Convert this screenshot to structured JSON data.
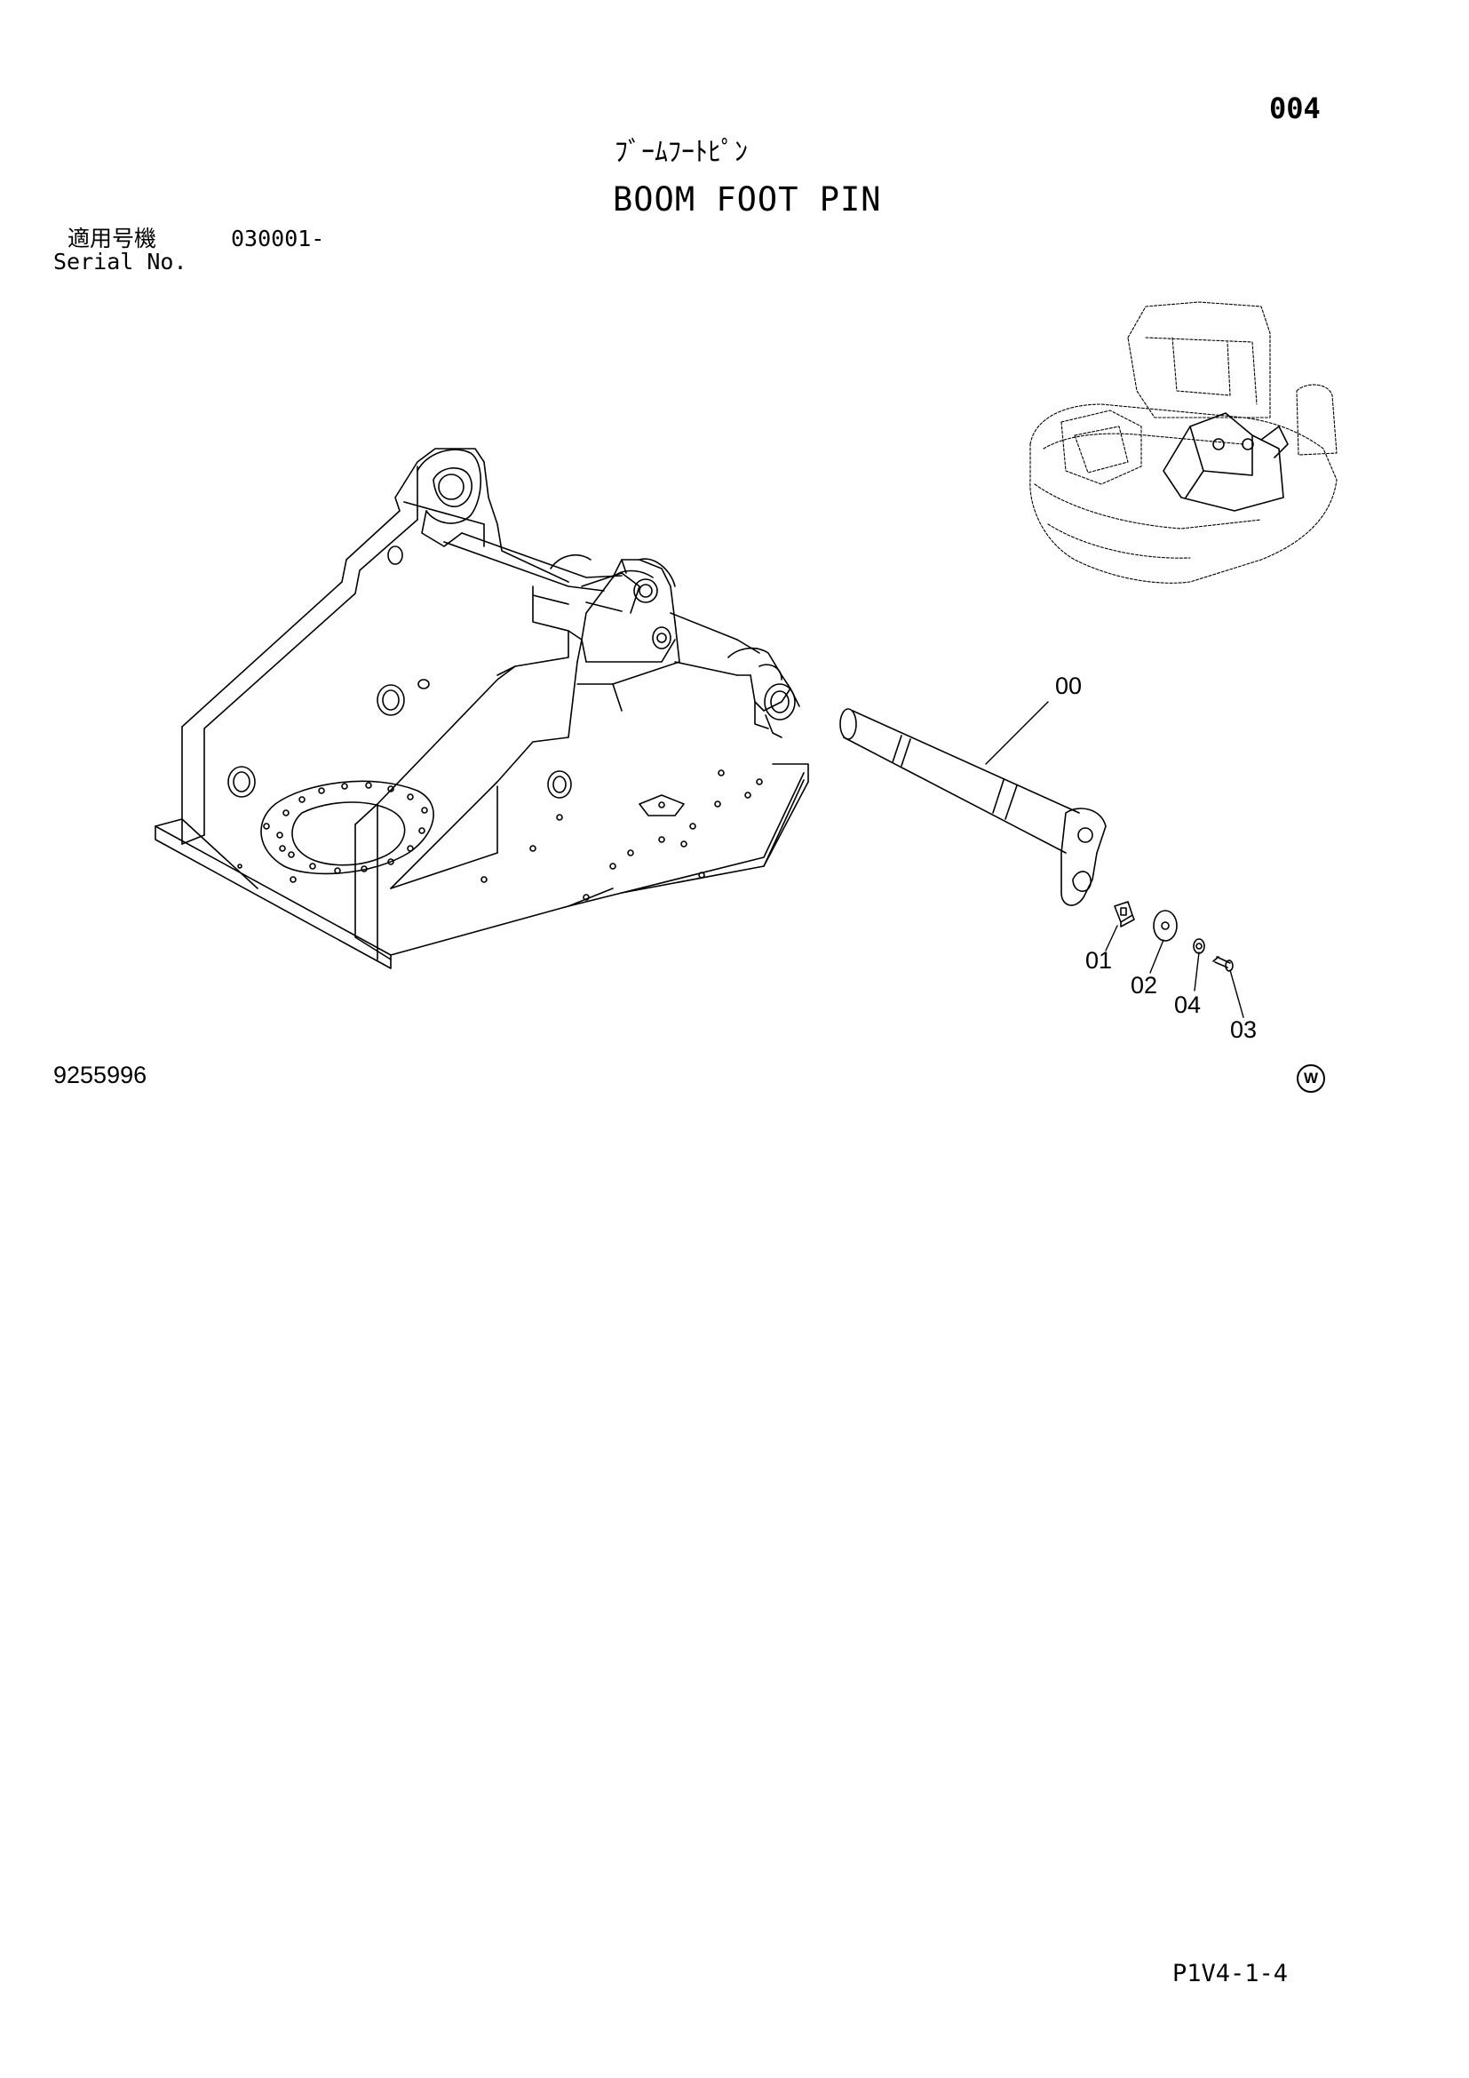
{
  "header": {
    "page_number": "004",
    "title_japanese": "ﾌﾞｰﾑﾌｰﾄﾋﾟﾝ",
    "title_english": "BOOM FOOT PIN"
  },
  "serial": {
    "label_japanese": "適用号機",
    "value": "030001-",
    "label_english": "Serial No."
  },
  "diagram": {
    "callouts": [
      "00",
      "01",
      "02",
      "04",
      "03"
    ]
  },
  "footer": {
    "drawing_number": "9255996",
    "logo_letter": "W",
    "page_code": "P1V4-1-4"
  }
}
